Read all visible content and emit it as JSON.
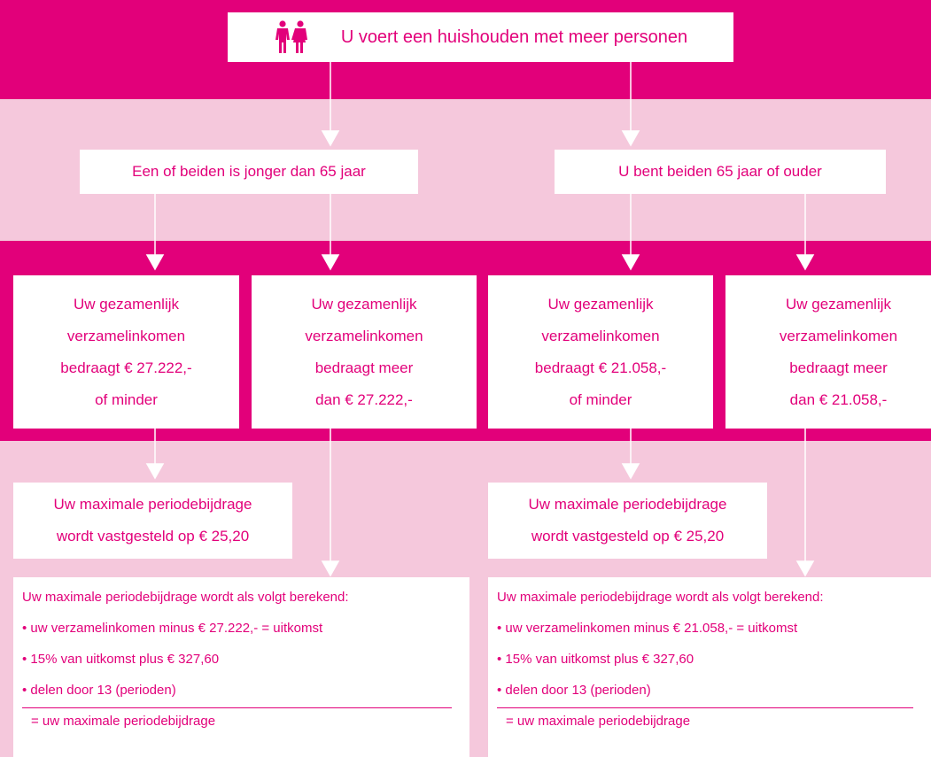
{
  "title": {
    "icon": "two-people-icon",
    "text": "U voert een huishouden met meer personen"
  },
  "conditions": {
    "left": "Een of beiden is jonger dan 65 jaar",
    "right": "U bent beiden 65 jaar of ouder"
  },
  "income": [
    {
      "lines": [
        "Uw gezamenlijk",
        "verzamelinkomen",
        "bedraagt € 27.222,-",
        "of minder"
      ]
    },
    {
      "lines": [
        "Uw gezamenlijk",
        "verzamelinkomen",
        "bedraagt meer",
        "dan € 27.222,-"
      ]
    },
    {
      "lines": [
        "Uw gezamenlijk",
        "verzamelinkomen",
        "bedraagt € 21.058,-",
        "of minder"
      ]
    },
    {
      "lines": [
        "Uw gezamenlijk",
        "verzamelinkomen",
        "bedraagt meer",
        "dan € 21.058,-"
      ]
    }
  ],
  "results": [
    {
      "lines": [
        "Uw maximale periodebijdrage",
        "wordt vastgesteld op € 25,20"
      ]
    },
    {
      "lines": [
        "Uw maximale periodebijdrage",
        "wordt vastgesteld op € 25,20"
      ]
    }
  ],
  "calculations": [
    {
      "intro": "Uw maximale periodebijdrage wordt als volgt berekend:",
      "steps": [
        "• uw verzamelinkomen minus € 27.222,- = uitkomst",
        "• 15% van uitkomst plus € 327,60",
        "• delen door 13 (perioden)"
      ],
      "total": "= uw maximale periodebijdrage"
    },
    {
      "intro": "Uw maximale periodebijdrage wordt als volgt berekend:",
      "steps": [
        "• uw verzamelinkomen minus € 21.058,- = uitkomst",
        "• 15% van uitkomst plus € 327,60",
        "• delen door 13 (perioden)"
      ],
      "total": "= uw maximale periodebijdrage"
    }
  ],
  "colors": {
    "magenta": "#e2007a",
    "light_pink": "#f5c8dc",
    "white": "#ffffff"
  }
}
